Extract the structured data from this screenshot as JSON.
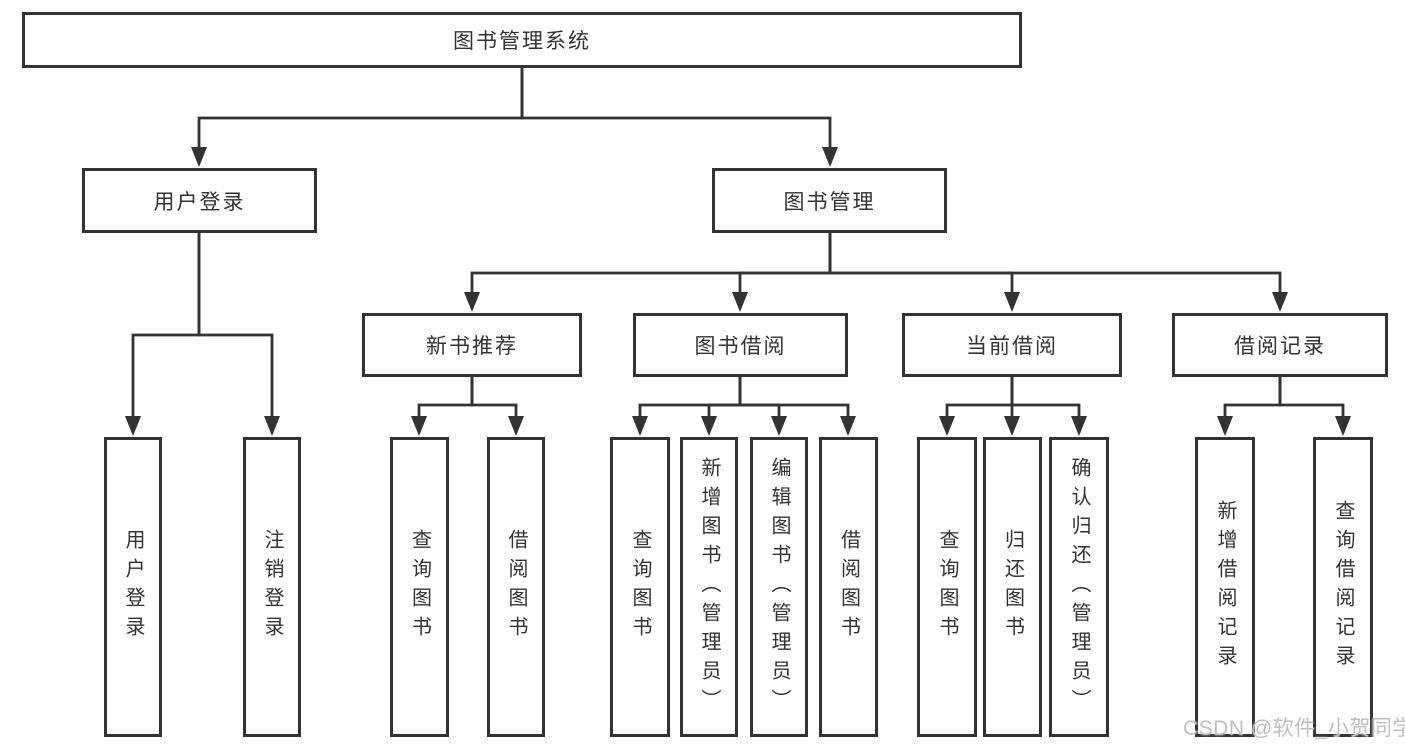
{
  "diagram": {
    "root": {
      "label": "图书管理系统"
    },
    "branches": [
      {
        "label": "用户登录",
        "children": [
          {
            "label": "用户登录"
          },
          {
            "label": "注销登录"
          }
        ]
      },
      {
        "label": "图书管理",
        "children": [
          {
            "label": "新书推荐",
            "children": [
              {
                "label": "查询图书"
              },
              {
                "label": "借阅图书"
              }
            ]
          },
          {
            "label": "图书借阅",
            "children": [
              {
                "label": "查询图书"
              },
              {
                "label": "新增图书（管理员）"
              },
              {
                "label": "编辑图书（管理员）"
              },
              {
                "label": "借阅图书"
              }
            ]
          },
          {
            "label": "当前借阅",
            "children": [
              {
                "label": "查询图书"
              },
              {
                "label": "归还图书"
              },
              {
                "label": "确认归还（管理员）"
              }
            ]
          },
          {
            "label": "借阅记录",
            "children": [
              {
                "label": "新增借阅记录"
              },
              {
                "label": "查询借阅记录"
              }
            ]
          }
        ]
      }
    ]
  },
  "watermark": {
    "text": "CSDN @软件_小贺同学"
  },
  "colors": {
    "line": "#333333",
    "text": "#333333",
    "box_background": "#ffffff",
    "watermark": "#bfbfbf",
    "background": "#ffffff"
  }
}
